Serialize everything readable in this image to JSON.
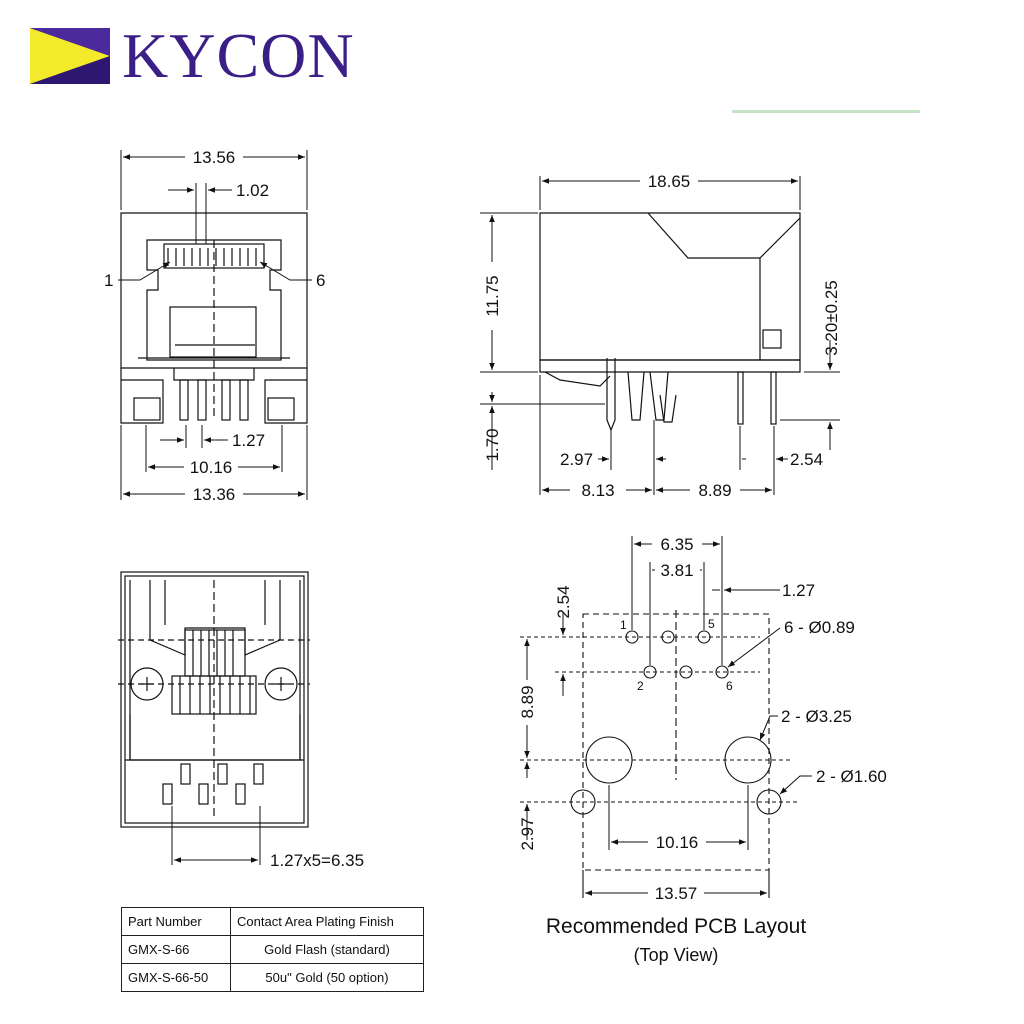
{
  "logo": {
    "brand": "KYCON",
    "color_primary": "#3b1f87",
    "color_accent": "#f2ea2a"
  },
  "dimensions": {
    "front_top_width": "13.56",
    "front_pin_pitch_top": "1.02",
    "front_pin_1": "1",
    "front_pin_6": "6",
    "front_pin_pitch": "1.27",
    "front_pin_span": "10.16",
    "front_bottom_width": "13.36",
    "side_length": "18.65",
    "side_height": "11.75",
    "side_lead_height": "1.70",
    "side_offset_tol": "3.20±0.25",
    "side_pin_offset": "2.97",
    "side_lead_pitch": "2.54",
    "side_span_left": "8.13",
    "side_span_right": "8.89",
    "bottom_pin_spacing": "1.27x5=6.35",
    "pcb_span_top": "6.35",
    "pcb_span_inner": "3.81",
    "pcb_pitch": "1.27",
    "pcb_row_offset": "2.54",
    "pcb_holes_small": "6 - Ø0.89",
    "pcb_vertical": "8.89",
    "pcb_holes_large": "2 - Ø3.25",
    "pcb_holes_mid": "2 - Ø1.60",
    "pcb_bottom_offset": "2.97",
    "pcb_large_spacing": "10.16",
    "pcb_width": "13.57",
    "pcb_pin1": "1",
    "pcb_pin2": "2",
    "pcb_pin5": "5",
    "pcb_pin6": "6"
  },
  "pcb_caption": {
    "title": "Recommended PCB Layout",
    "subtitle": "(Top View)"
  },
  "table": {
    "headers": [
      "Part Number",
      "Contact Area Plating Finish"
    ],
    "rows": [
      [
        "GMX-S-66",
        "Gold Flash (standard)"
      ],
      [
        "GMX-S-66-50",
        "50u\" Gold (50 option)"
      ]
    ]
  }
}
